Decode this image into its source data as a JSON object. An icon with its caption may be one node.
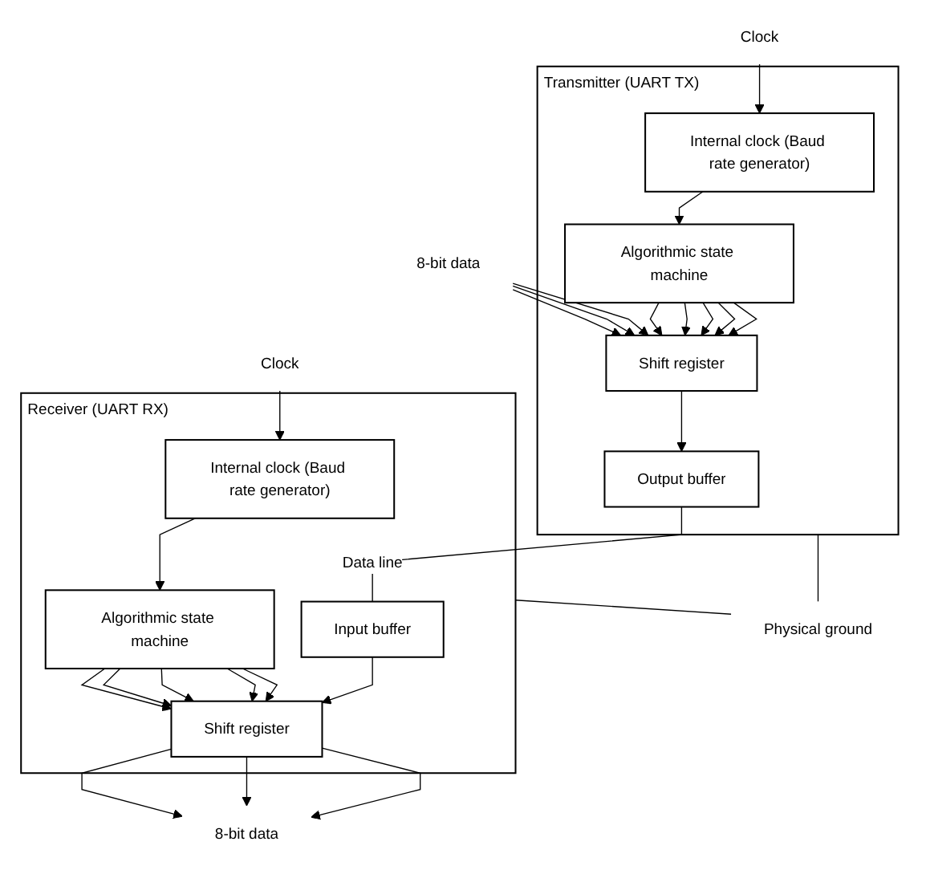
{
  "diagram": {
    "nodes": [
      {
        "text": [
          "Transmitter (UART TX)"
        ]
      },
      {
        "text": [
          "Internal clock (Baud rate generator)"
        ],
        "in": 0
      },
      {
        "text": [
          "Algorithmic state machine"
        ],
        "in": 0
      },
      {
        "text": [
          "Shift register"
        ],
        "in": 0
      },
      {
        "text": [
          "Output buffer"
        ],
        "in": 0
      },
      {
        "text": [
          "Receiver (UART RX)"
        ]
      },
      {
        "text": [
          "Internal clock (Baud rate generator)"
        ],
        "in": 5
      },
      {
        "text": [
          "Algorithmic state machine"
        ],
        "in": 5
      },
      {
        "text": [
          "Shift register"
        ],
        "in": 5
      },
      {
        "text": [
          "Input buffer"
        ],
        "in": 5
      },
      {
        "text": [
          "Clock"
        ]
      },
      {
        "text": [
          "Clock"
        ]
      },
      {
        "text": [
          "8-bit data"
        ]
      },
      {
        "text": [
          "8-bit data"
        ]
      },
      {
        "text": [
          "Physical ground"
        ]
      }
    ],
    "edges": [
      {
        "from": 10,
        "to": 1,
        "arrow": "to"
      },
      {
        "from": 1,
        "to": 2,
        "arrow": "to"
      },
      {
        "from": 2,
        "to": 3,
        "arrow": "to"
      },
      {
        "from": 2,
        "to": 3,
        "arrow": "to"
      },
      {
        "from": 2,
        "to": 3,
        "arrow": "to"
      },
      {
        "from": 2,
        "to": 3,
        "arrow": "to"
      },
      {
        "from": 2,
        "to": 3,
        "arrow": "to"
      },
      {
        "from": 12,
        "to": 3,
        "arrow": "to"
      },
      {
        "from": 12,
        "to": 3,
        "arrow": "to"
      },
      {
        "from": 12,
        "to": 3,
        "arrow": "to"
      },
      {
        "from": 3,
        "to": 4,
        "arrow": "to"
      },
      {
        "from": 4,
        "to": 9,
        "arrow": "none",
        "label": "Data line"
      },
      {
        "from": 9,
        "to": 8,
        "arrow": "to"
      },
      {
        "from": 11,
        "to": 6,
        "arrow": "to"
      },
      {
        "from": 6,
        "to": 7,
        "arrow": "to"
      },
      {
        "from": 7,
        "to": 8,
        "arrow": "to"
      },
      {
        "from": 7,
        "to": 8,
        "arrow": "to"
      },
      {
        "from": 7,
        "to": 8,
        "arrow": "to"
      },
      {
        "from": 7,
        "to": 8,
        "arrow": "to"
      },
      {
        "from": 7,
        "to": 8,
        "arrow": "to"
      },
      {
        "from": 8,
        "to": 13,
        "arrow": "to"
      },
      {
        "from": 8,
        "to": 13,
        "arrow": "to"
      },
      {
        "from": 8,
        "to": 13,
        "arrow": "to"
      },
      {
        "from": 0,
        "to": 14,
        "arrow": "none"
      },
      {
        "from": 5,
        "to": 14,
        "arrow": "none"
      }
    ]
  }
}
